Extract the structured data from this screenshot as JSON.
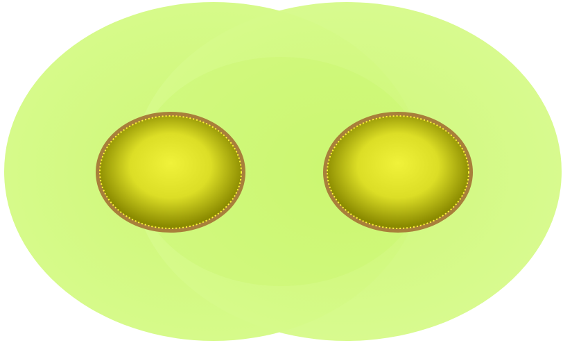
{
  "diagram": {
    "shapes": [
      {
        "id": "left-cloud",
        "kind": "outer-ellipse"
      },
      {
        "id": "right-cloud",
        "kind": "outer-ellipse"
      },
      {
        "id": "left-core",
        "kind": "inner-ellipse"
      },
      {
        "id": "right-core",
        "kind": "inner-ellipse"
      }
    ],
    "colors": {
      "background": "#ffffff",
      "outer_fill": "#d6fa8a",
      "outer_fill_center": "#cdf774",
      "overlap_tint": "#c8f56a",
      "core_rim": "#a87f3a",
      "core_dots": "#fff53a",
      "core_light": "#f0f23a",
      "core_mid": "#dcde26",
      "core_dark": "#8a8a00"
    }
  }
}
